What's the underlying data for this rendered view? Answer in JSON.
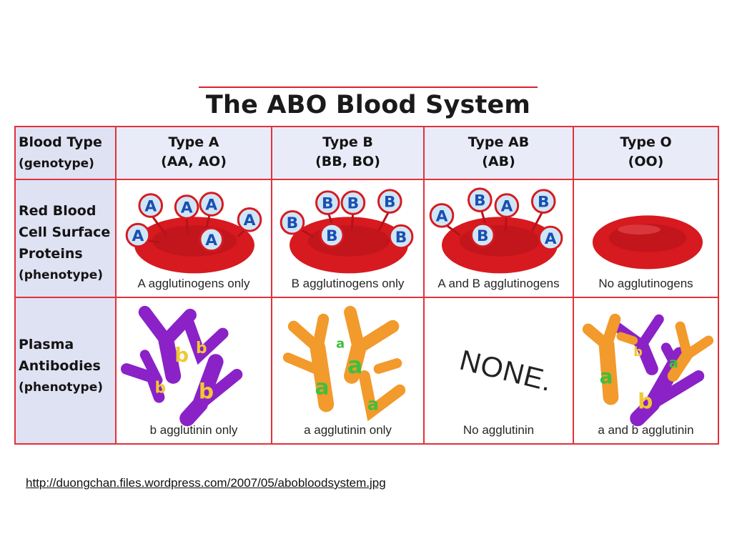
{
  "title": "The ABO Blood System",
  "row_headers": {
    "blood_type": {
      "line1": "Blood Type",
      "line2": "(genotype)"
    },
    "surface": {
      "line1": "Red Blood",
      "line2": "Cell Surface",
      "line3": "Proteins",
      "line4": "(phenotype)"
    },
    "plasma": {
      "line1": "Plasma",
      "line2": "Antibodies",
      "line3": "(phenotype)"
    }
  },
  "columns": [
    {
      "type": "Type A",
      "genotype": "(AA, AO)",
      "antigen_caption": "A agglutinogens only",
      "antigen_labels": [
        "A",
        "A",
        "A",
        "A",
        "A",
        "A"
      ],
      "antibody_caption": "b agglutinin only",
      "antibody_labels": [
        "b",
        "b",
        "b",
        "b"
      ]
    },
    {
      "type": "Type B",
      "genotype": "(BB, BO)",
      "antigen_caption": "B agglutinogens only",
      "antigen_labels": [
        "B",
        "B",
        "B",
        "B",
        "B",
        "B"
      ],
      "antibody_caption": "a agglutinin only",
      "antibody_labels": [
        "a",
        "a",
        "a",
        "a"
      ]
    },
    {
      "type": "Type AB",
      "genotype": "(AB)",
      "antigen_caption": "A and B agglutinogens",
      "antigen_labels": [
        "A",
        "B",
        "A",
        "B",
        "B",
        "A"
      ],
      "antibody_caption": "No agglutinin",
      "antibody_none": "NONE."
    },
    {
      "type": "Type O",
      "genotype": "(OO)",
      "antigen_caption": "No agglutinogens",
      "antibody_caption": "a and b agglutinin",
      "antibody_labels": [
        "a",
        "b",
        "a",
        "b"
      ]
    }
  ],
  "colors": {
    "table_border": "#e0323a",
    "header_fill": "#dfe2f3",
    "rbc": "#d71a1f",
    "antigen_circle": "#cfe6f7",
    "antigen_text": "#1b4fb0",
    "anti_b_antibody": "#8a22c8",
    "anti_a_antibody": "#f29a2b",
    "anti_b_letter": "#f0c832",
    "anti_a_letter": "#3fbf3f"
  },
  "source": "http://duongchan.files.wordpress.com/2007/05/abobloodsystem.jpg"
}
